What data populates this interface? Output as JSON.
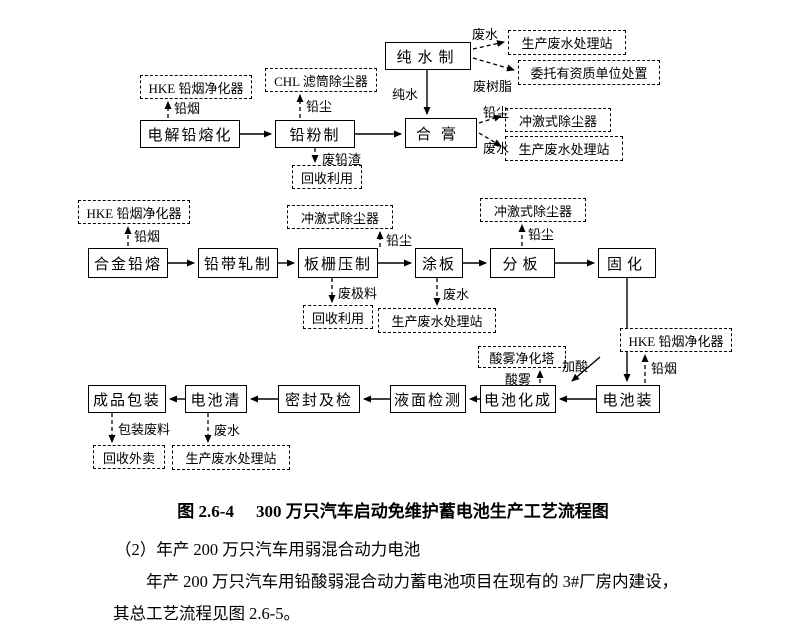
{
  "figure": {
    "caption_label": "图 2.6-4",
    "caption_title": "300 万只汽车启动免维护蓄电池生产工艺流程图"
  },
  "text": {
    "line1": "（2）年产 200 万只汽车用弱混合动力电池",
    "line2": "年产 200 万只汽车用铅酸弱混合动力蓄电池项目在现有的 3#厂房内建设，",
    "line3": "其总工艺流程见图 2.6-5。"
  },
  "flow": {
    "process": {
      "pure_water": "纯水制",
      "electrolytic_lead_melting": "电解铅熔化",
      "lead_powder_making": "铅粉制",
      "paste_mixing": "合膏",
      "alloy_lead_melting": "合金铅熔",
      "lead_strip_rolling": "铅带轧制",
      "grid_pressing": "板栅压制",
      "plate_coating": "涂板",
      "plate_parting": "分板",
      "curing": "固化",
      "battery_assembly": "电池装",
      "battery_formation": "电池化成",
      "liquid_level_check": "液面检测",
      "sealing_inspection": "密封及检",
      "battery_cleaning": "电池清",
      "finished_packaging": "成品包装"
    },
    "treatment": {
      "wastewater_station": "生产废水处理站",
      "qualified_disposal": "委托有资质单位处置",
      "hke_fume_purifier": "HKE 铅烟净化器",
      "chl_filter_deduster": "CHL 滤筒除尘器",
      "impact_deduster": "冲激式除尘器",
      "recycling": "回收利用",
      "recycle_resale": "回收外卖",
      "acid_mist_tower": "酸雾净化塔"
    },
    "streams": {
      "wastewater": "废水",
      "waste_resin": "废树脂",
      "pure_water": "纯水",
      "lead_fume": "铅烟",
      "lead_dust": "铅尘",
      "waste_lead_slag": "废铅渣",
      "waste_plate_scrap": "废极料",
      "acid_mist": "酸雾",
      "acid_filling": "加酸",
      "packaging_waste": "包装废料"
    }
  }
}
